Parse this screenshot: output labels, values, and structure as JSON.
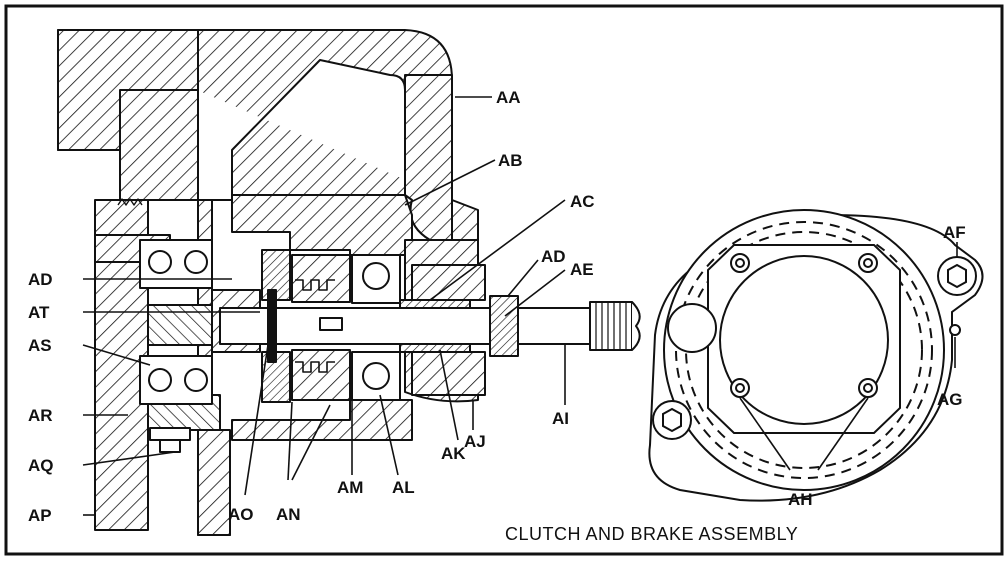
{
  "caption": "CLUTCH AND BRAKE ASSEMBLY",
  "labels": {
    "aa": "AA",
    "ab": "AB",
    "ac": "AC",
    "ad_right": "AD",
    "ae": "AE",
    "af": "AF",
    "ag": "AG",
    "ah": "AH",
    "ai": "AI",
    "aj": "AJ",
    "ak": "AK",
    "al": "AL",
    "am": "AM",
    "an": "AN",
    "ao": "AO",
    "ap": "AP",
    "aq": "AQ",
    "ar": "AR",
    "as": "AS",
    "at": "AT",
    "ad_left": "AD"
  },
  "colors": {
    "ink": "#111111",
    "paper": "#ffffff"
  }
}
